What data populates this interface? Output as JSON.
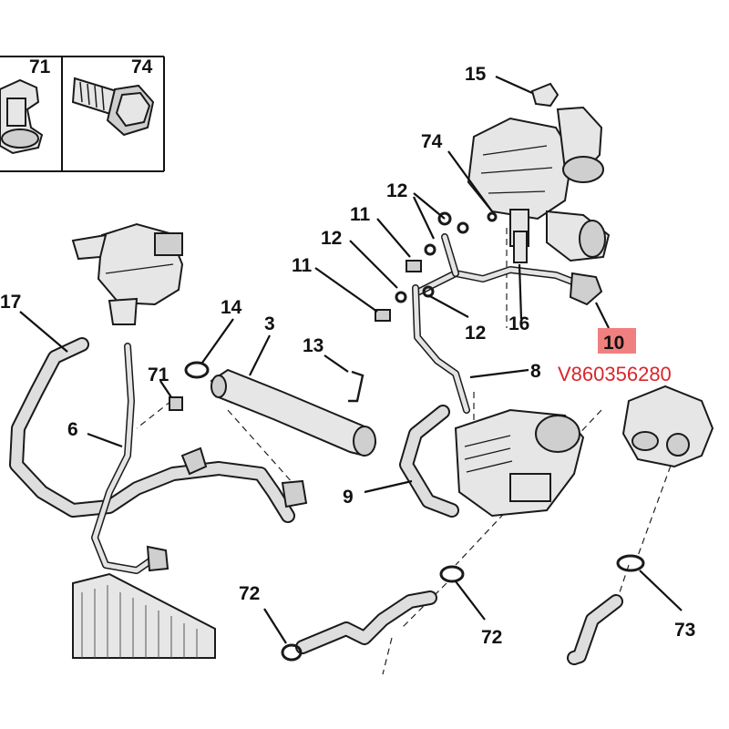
{
  "labels": {
    "box_left": "71",
    "box_right": "74",
    "p15": "15",
    "p74": "74",
    "p12_top": "12",
    "p11_top": "11",
    "p12_mid": "12",
    "p11_mid": "11",
    "p12_low": "12",
    "p16": "16",
    "p10": "10",
    "p17": "17",
    "p14": "14",
    "p3": "3",
    "p13": "13",
    "p8": "8",
    "p71": "71",
    "p6": "6",
    "p9": "9",
    "p72_left": "72",
    "p72_right": "72",
    "p73": "73"
  },
  "reference": "V860356280",
  "colors": {
    "highlight_box": "#f08080",
    "reference_text": "#d9262c",
    "label_text": "#111111",
    "line": "#111111"
  }
}
